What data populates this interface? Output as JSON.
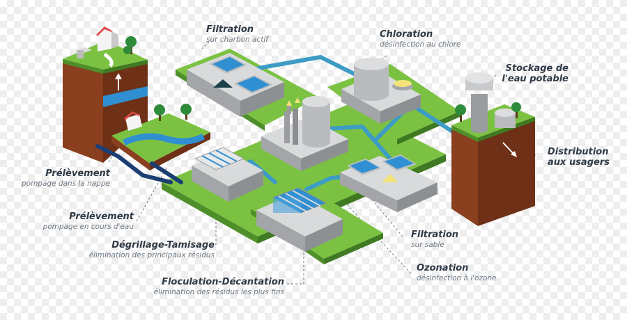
{
  "labels": {
    "filtration_charbon": {
      "title": "Filtration",
      "subtitle": "sur charbon actif"
    },
    "chloration": {
      "title": "Chloration",
      "subtitle": "désinfection au chlore"
    },
    "stockage": {
      "title_line1": "Stockage de",
      "title_line2": "l'eau potable"
    },
    "distribution": {
      "title_line1": "Distribution",
      "title_line2": "aux usagers"
    },
    "prelevement_nappe": {
      "title": "Prélèvement",
      "subtitle": "pompage dans la nappe"
    },
    "prelevement_cours": {
      "title": "Prélèvement",
      "subtitle": "pompage en cours d'eau"
    },
    "degrillage": {
      "title": "Dégrillage-Tamisage",
      "subtitle": "élimination des principaux résidus"
    },
    "floculation": {
      "title": "Floculation-Décantation",
      "subtitle": "élimination des résidus les plus fins"
    },
    "filtration_sable": {
      "title": "Filtration",
      "subtitle": "sur sable"
    },
    "ozonation": {
      "title": "Ozonation",
      "subtitle": "désinfection à l'ozone"
    }
  },
  "colors": {
    "grass": "#7cc242",
    "grass_side": "#4f8f2a",
    "soil": "#8a3f1e",
    "soil_dark": "#6e3016",
    "concrete_top": "#d9dadb",
    "concrete_side": "#a3a5a8",
    "water": "#2f8fd1",
    "pipe_light": "#3d9cc4",
    "pipe_dark": "#1c3f73",
    "text_title": "#2f3a45",
    "text_sub": "#6f7a85"
  }
}
